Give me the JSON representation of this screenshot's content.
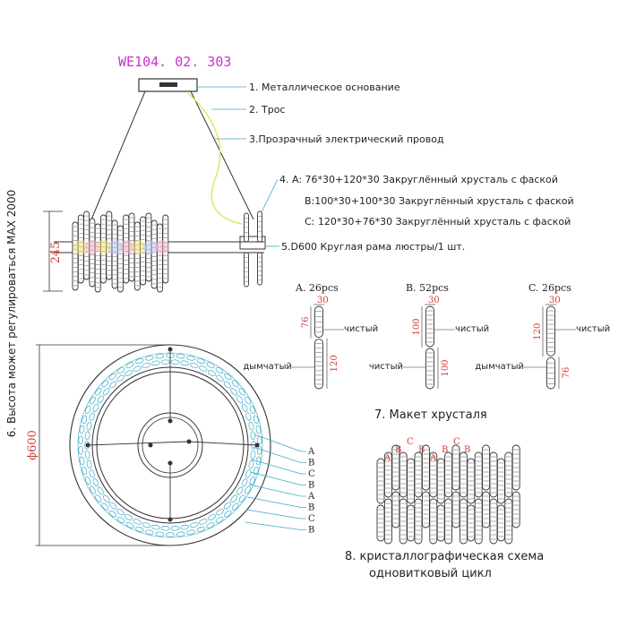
{
  "model": "WE104. 02. 303",
  "height_note": "6. Высота может регулироваться MAX 2000",
  "height_dim": "245",
  "diameter_dim": "ϕ600",
  "callouts": [
    "1. Металлическое основание",
    "2. Трос",
    "3.Прозрачный электрический провод",
    "4. A: 76*30+120*30 Закруглённый хрусталь с фаской",
    "B:100*30+100*30 Закруглённый хрусталь с фаской",
    "C: 120*30+76*30 Закруглённый хрусталь с фаской",
    "5.D600 Круглая рама люстры/1 шт."
  ],
  "crystals": [
    {
      "title": "A. 26pcs",
      "width": "30",
      "top": "76",
      "bottom": "120",
      "label_right": "чистый",
      "label_left": "дымчатый"
    },
    {
      "title": "B. 52pcs",
      "width": "30",
      "top": "100",
      "bottom": "100",
      "label_right": "чистый",
      "label_left": "чистый"
    },
    {
      "title": "C. 26pcs",
      "width": "30",
      "top": "120",
      "bottom": "76",
      "label_right": "чистый",
      "label_left": "дымчатый"
    }
  ],
  "section7": "7. Макет хрусталя",
  "section8_line1": "8. кристаллографическая схема",
  "section8_line2": "одновитковый цикл",
  "ring_labels": [
    "A",
    "B",
    "C",
    "B",
    "A",
    "B",
    "C",
    "B"
  ],
  "pattern_labels": [
    "A",
    "B",
    "C",
    "B",
    "A",
    "B",
    "C",
    "B"
  ],
  "colors": {
    "title": "#cc33cc",
    "dimension": "#d23c3c",
    "callout_line": "#3aa9c6",
    "cable": "#d8e85a",
    "line": "#333333"
  }
}
